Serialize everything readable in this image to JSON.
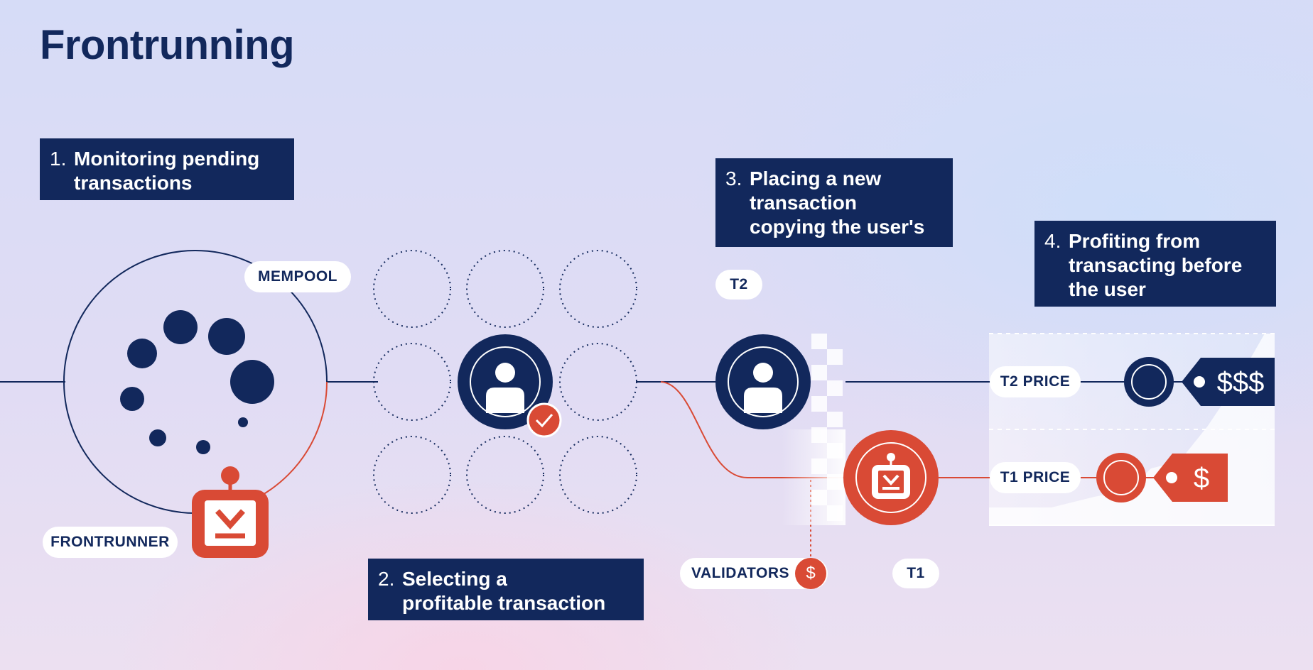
{
  "title": "Frontrunning",
  "steps": [
    {
      "num": "1.",
      "text": "Monitoring pending\ntransactions"
    },
    {
      "num": "2.",
      "text": "Selecting a\nprofitable transaction"
    },
    {
      "num": "3.",
      "text": "Placing a new\ntransaction\ncopying the user's"
    },
    {
      "num": "4.",
      "text": "Profiting from\ntransacting before\nthe user"
    }
  ],
  "labels": {
    "mempool": "MEMPOOL",
    "frontrunner": "FRONTRUNNER",
    "t2": "T2",
    "t1": "T1",
    "validators": "VALIDATORS",
    "validators_fee": "$",
    "t2_price": "T2 PRICE",
    "t1_price": "T1 PRICE",
    "t2_tag": "$$$",
    "t1_tag": "$"
  },
  "icons": {
    "user": "user-icon",
    "robot": "robot-icon",
    "check": "check-icon",
    "price_tag": "price-tag-icon"
  },
  "colors": {
    "navy": "#12285c",
    "red": "#d94a35",
    "white": "#ffffff"
  }
}
